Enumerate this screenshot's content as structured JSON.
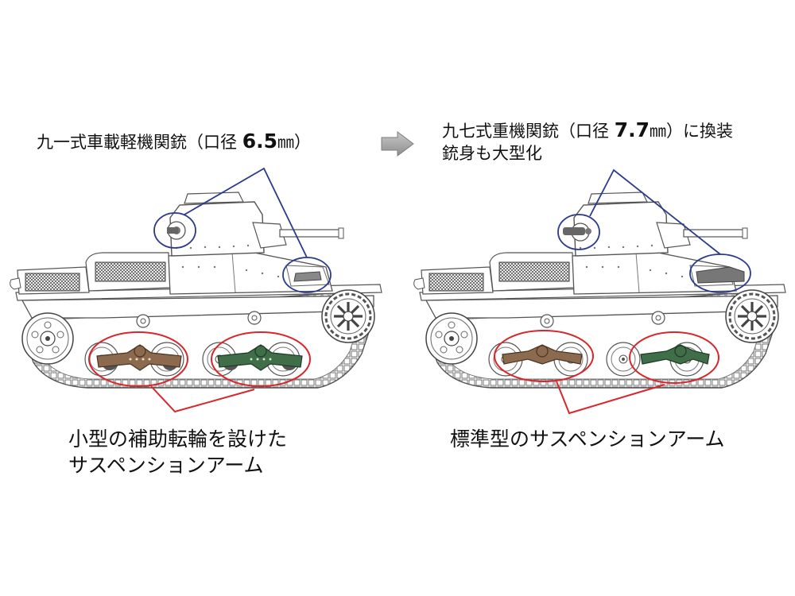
{
  "left": {
    "gun_label_prefix": "九一式車載軽機関銃（口径 ",
    "gun_caliber": "6.5",
    "gun_unit": "㎜",
    "gun_label_suffix": "）",
    "suspension_label_line1": "小型の補助転輪を設けた",
    "suspension_label_line2": "サスペンションアーム"
  },
  "right": {
    "gun_label_prefix": "九七式重機関銃（口径 ",
    "gun_caliber": "7.7",
    "gun_unit": "㎜",
    "gun_label_suffix": "）に換装",
    "gun_label_line2": "銃身も大型化",
    "suspension_label": "標準型のサスペンションアーム"
  },
  "colors": {
    "callout_blue": "#2b3a8f",
    "callout_red": "#d8262b",
    "arm_brown": "#8b6a4e",
    "arm_green": "#3f6e49",
    "arrow_gray": "#a3a3a3",
    "line_art": "#555555"
  },
  "icons": [
    "right-arrow-icon"
  ]
}
